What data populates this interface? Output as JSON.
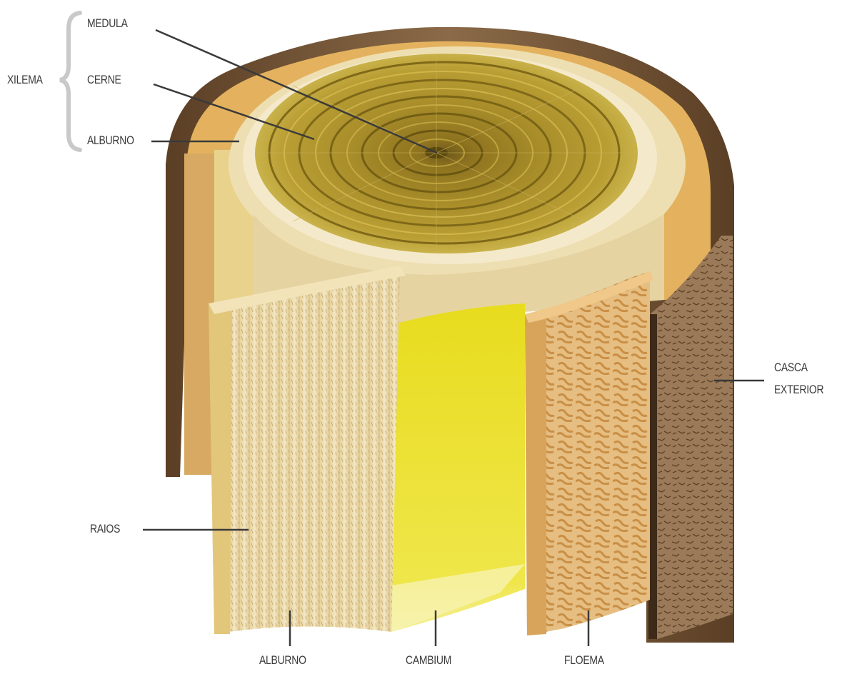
{
  "labels": {
    "xilema": "XILEMA",
    "medula": "MEDULA",
    "cerne": "CERNE",
    "alburno_top": "ALBURNO",
    "raios": "RAIOS",
    "casca_line1": "CASCA",
    "casca_line2": "EXTERIOR",
    "alburno_bottom": "ALBURNO",
    "cambium": "CAMBIUM",
    "floema": "FLOEMA"
  },
  "colors": {
    "bark": "#7a5a3a",
    "bark_dark": "#3e2a18",
    "heartwood": "#a88d2a",
    "heartwood_light": "#c7a93b",
    "sapwood": "#ecdcae",
    "cambium": "#ece22c",
    "phloem": "#e2b87a",
    "leader": "#3a3a3a",
    "bracket": "#c9c9c9"
  }
}
